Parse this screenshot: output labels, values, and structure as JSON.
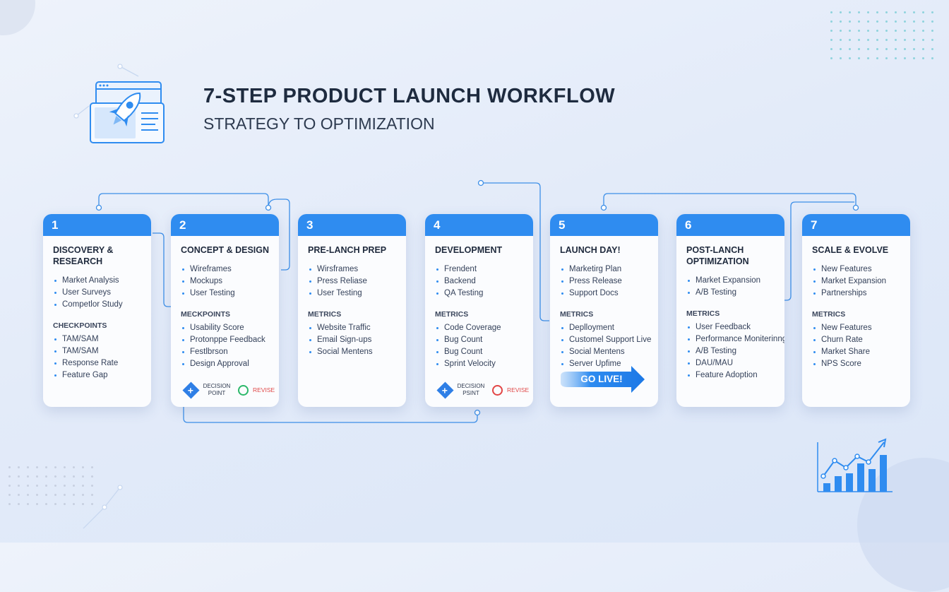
{
  "title": "7-STEP PRODUCT LAUNCH WORKFLOW",
  "subtitle": "STRATEGY TO OPTIMIZATION",
  "icons": {
    "header": "rocket-browser-icon",
    "footer": "growth-chart-icon"
  },
  "colors": {
    "accent": "#2f8cf0",
    "connector": "#3d8fe8",
    "approve": "#2cb86a",
    "revise": "#e24545"
  },
  "steps": [
    {
      "number": "1",
      "title": "DISCOVERY & RESEARCH",
      "items": [
        "Market Analysis",
        "User Surveys",
        "Competlor Study"
      ],
      "section_label": "CHECKPOINTS",
      "section_items": [
        "TAM/SAM",
        "TAM/SAM",
        "Response Rate",
        "Feature Gap"
      ]
    },
    {
      "number": "2",
      "title": "CONCEPT & DESIGN",
      "items": [
        "Wireframes",
        "Mockups",
        "User Testing"
      ],
      "section_label": "MECKPOINTS",
      "section_items": [
        "Usability Score",
        "Protonppe Feedback",
        "Festlbrson",
        "Design Approval"
      ],
      "decision": {
        "label": "DECISION POINT",
        "revise": "REVISE"
      }
    },
    {
      "number": "3",
      "title": "PRE-LANCH PREP",
      "items": [
        "Wirsframes",
        "Press Reliase",
        "User Testing"
      ],
      "section_label": "METRICS",
      "section_items": [
        "Website Traffic",
        "Email Sign-ups",
        "Social Mentens"
      ]
    },
    {
      "number": "4",
      "title": "DEVELOPMENT",
      "items": [
        "Frendent",
        "Backend",
        "QA Testing"
      ],
      "section_label": "METRICS",
      "section_items": [
        "Code Coverage",
        "Bug Count",
        "Bug Count",
        "Sprint Velocity"
      ],
      "decision": {
        "label": "DECISION PSINT",
        "revise": "REVISE"
      }
    },
    {
      "number": "5",
      "title": "LAUNCH DAY!",
      "items": [
        "Marketirg Plan",
        "Press Release",
        "Support Docs"
      ],
      "section_label": "METRICS",
      "section_items": [
        "Deplloyment",
        "Customel Support Live",
        "Social Mentens",
        "Server Upfime"
      ],
      "cta": "GO LIVE!"
    },
    {
      "number": "6",
      "title": "POST-LANCH OPTIMIZATION",
      "items": [
        "Market Expansion",
        "A/B Testing"
      ],
      "section_label": "METRICS",
      "section_items": [
        "User Feedback",
        "Performance Moniterinng",
        "A/B Testing",
        "DAU/MAU",
        "Feature Adoption"
      ]
    },
    {
      "number": "7",
      "title": "SCALE & EVOLVE",
      "items": [
        "New Features",
        "Market Expansion",
        "Partnerships"
      ],
      "section_label": "METRICS",
      "section_items": [
        "New Features",
        "Churn Rate",
        "Market Share",
        "NPS Score"
      ]
    }
  ]
}
